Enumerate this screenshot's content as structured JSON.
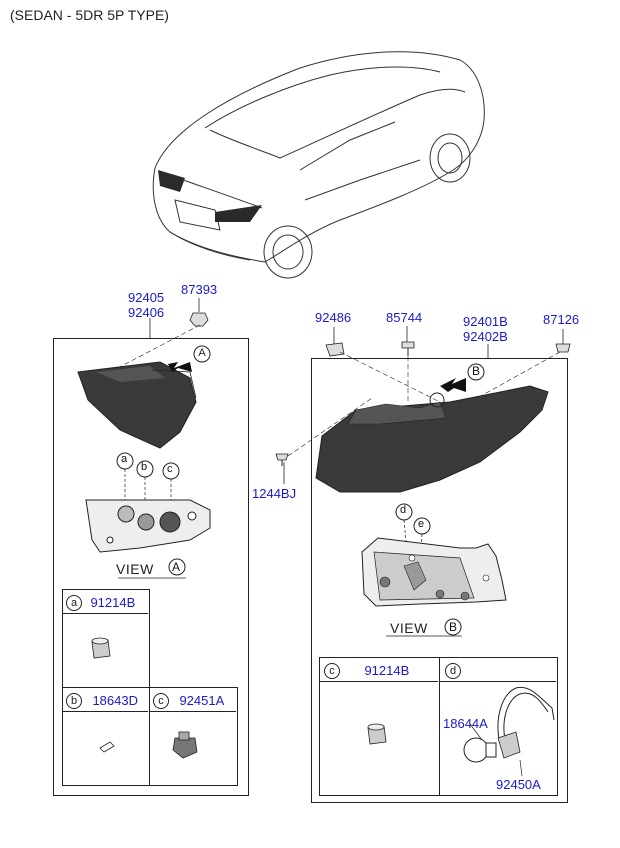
{
  "title": "(SEDAN - 5DR 5P TYPE)",
  "left": {
    "part_numbers": [
      "92405",
      "92406",
      "87393"
    ],
    "view_label": "VIEW",
    "view_ref": "A",
    "callouts": [
      "a",
      "b",
      "c"
    ],
    "table": [
      {
        "key": "a",
        "part": "91214B"
      },
      {
        "key": "b",
        "part": "18643D"
      },
      {
        "key": "c",
        "part": "92451A"
      }
    ]
  },
  "right": {
    "part_numbers": [
      "92486",
      "85744",
      "92401B",
      "92402B",
      "87126",
      "1244BJ"
    ],
    "view_label": "VIEW",
    "view_ref": "B",
    "callouts": [
      "d",
      "e"
    ],
    "table": [
      {
        "key": "c",
        "part": "91214B"
      },
      {
        "key": "d",
        "parts": [
          "18644A",
          "92450A"
        ]
      }
    ]
  },
  "colors": {
    "part_number": "#1a1acc",
    "lamp_dark": "#3a3a3a",
    "line": "#222222"
  }
}
